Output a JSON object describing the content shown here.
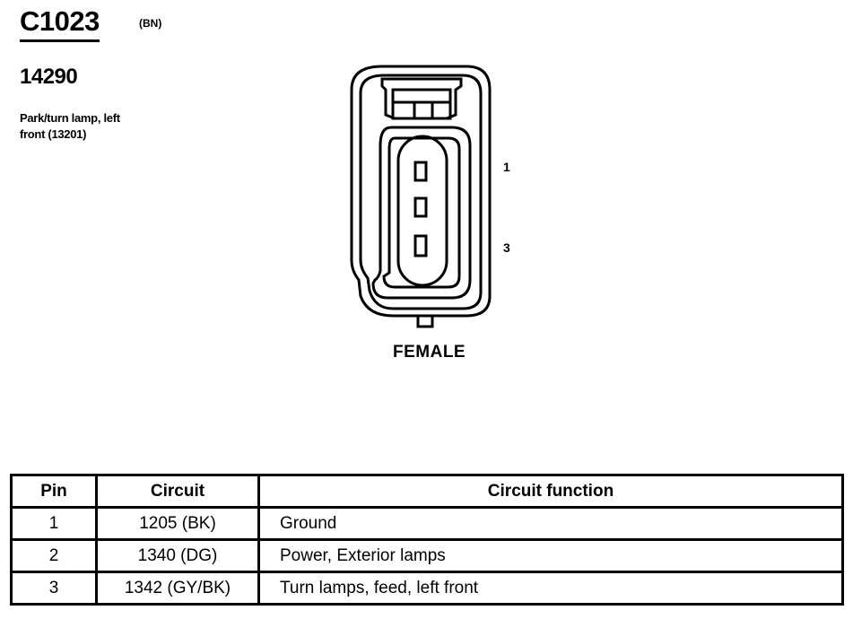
{
  "connector": {
    "id": "C1023",
    "color_code": "(BN)",
    "part_number": "14290",
    "description_line1": "Park/turn lamp, left",
    "description_line2": "front (13201)",
    "gender": "FEMALE",
    "pin_labels": [
      "1",
      "3"
    ]
  },
  "table": {
    "headers": [
      "Pin",
      "Circuit",
      "Circuit function"
    ],
    "rows": [
      {
        "pin": "1",
        "circuit": "1205 (BK)",
        "function": "Ground"
      },
      {
        "pin": "2",
        "circuit": "1340 (DG)",
        "function": "Power, Exterior lamps"
      },
      {
        "pin": "3",
        "circuit": "1342 (GY/BK)",
        "function": "Turn lamps, feed, left front"
      }
    ]
  }
}
